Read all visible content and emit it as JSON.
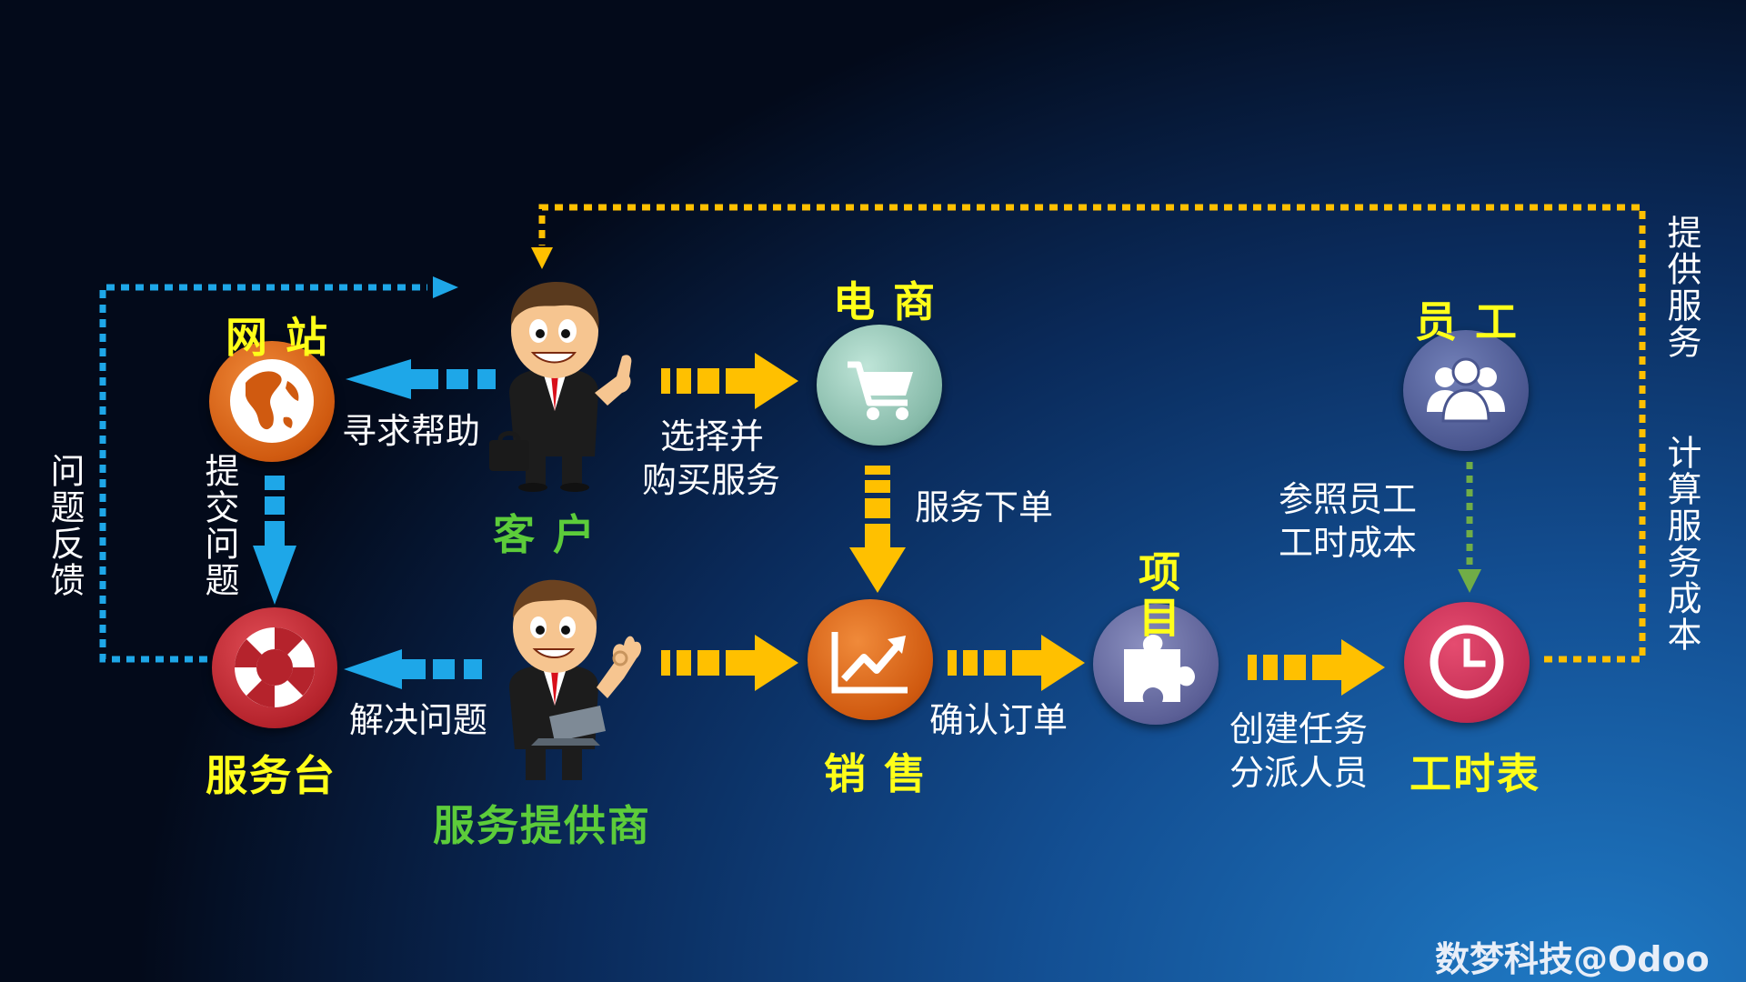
{
  "nodes": {
    "website": "网 站",
    "ecommerce": "电 商",
    "customer": "客 户",
    "helpdesk": "服务台",
    "provider": "服务提供商",
    "sales": "销 售",
    "project": "项目",
    "employee": "员 工",
    "timesheet": "工时表"
  },
  "edges": {
    "seek_help": "寻求帮助",
    "select_buy_line1": "选择并",
    "select_buy_line2": "购买服务",
    "submit_issue": "提交问题",
    "feedback": "问题反馈",
    "place_order": "服务下单",
    "solve_issue": "解决问题",
    "confirm_order": "确认订单",
    "create_task_line1": "创建任务",
    "create_task_line2": "分派人员",
    "ref_cost_line1": "参照员工",
    "ref_cost_line2": "工时成本",
    "provide_service": "提供服务",
    "calc_cost": "计算服务成本"
  },
  "watermark": "数梦科技@Odoo",
  "icons": {
    "website": "globe-icon",
    "ecommerce": "shopping-cart-icon",
    "helpdesk": "lifebuoy-icon",
    "sales": "trend-chart-icon",
    "project": "puzzle-icon",
    "employee": "people-group-icon",
    "timesheet": "clock-icon"
  },
  "colors": {
    "yellow_label": "#ffff19",
    "green_label": "#5ccc3a",
    "arrow_orange": "#ffc000",
    "arrow_blue": "#00b0f0",
    "arrow_green": "#70ad47"
  }
}
